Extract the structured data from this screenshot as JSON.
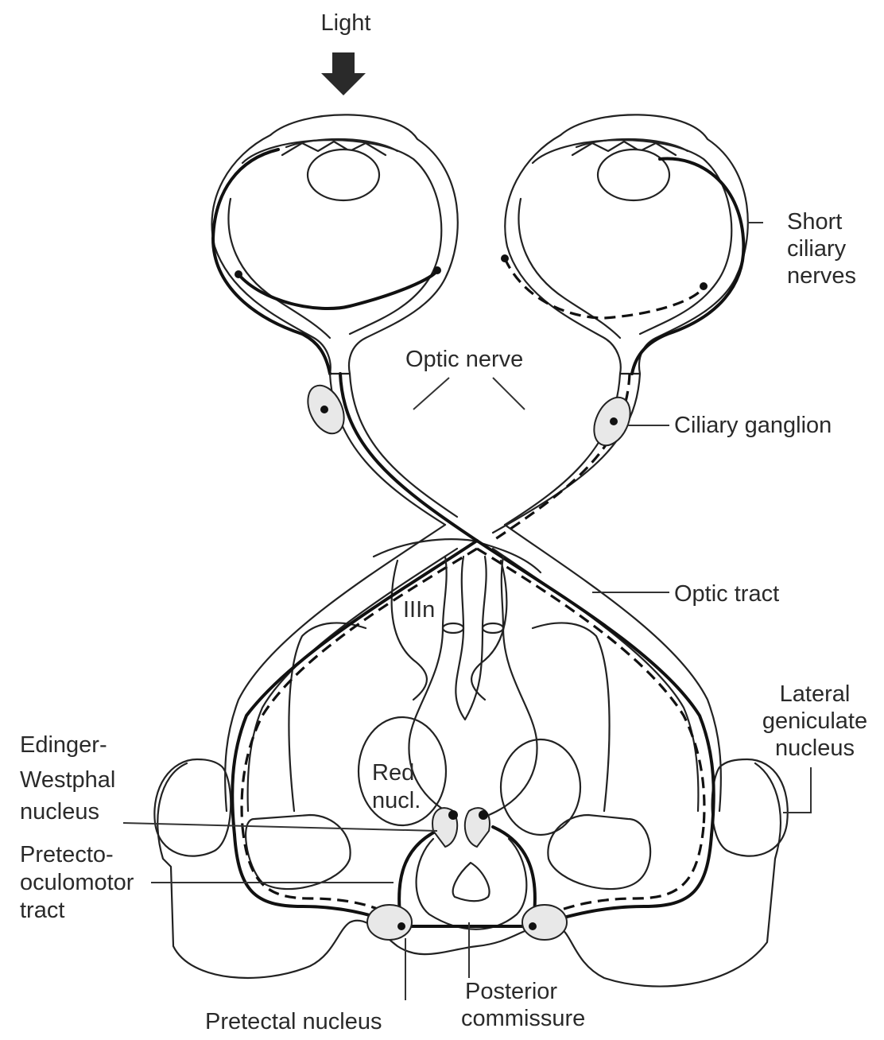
{
  "labels": {
    "light": "Light",
    "short_ciliary_1": "Short",
    "short_ciliary_2": "ciliary",
    "short_ciliary_3": "nerves",
    "optic_nerve": "Optic nerve",
    "ciliary_ganglion": "Ciliary ganglion",
    "optic_tract": "Optic tract",
    "third_nerve": "IIIn",
    "lgn_1": "Lateral",
    "lgn_2": "geniculate",
    "lgn_3": "nucleus",
    "ew_1": "Edinger-",
    "ew_2": "Westphal",
    "ew_3": "nucleus",
    "red_1": "Red",
    "red_2": "nucl.",
    "pom_1": "Pretecto-",
    "pom_2": "oculomotor",
    "pom_3": "tract",
    "posterior_1": "Posterior",
    "posterior_2": "commissure",
    "pretectal": "Pretectal nucleus"
  },
  "colors": {
    "ink": "#111111",
    "paper": "#ffffff"
  }
}
